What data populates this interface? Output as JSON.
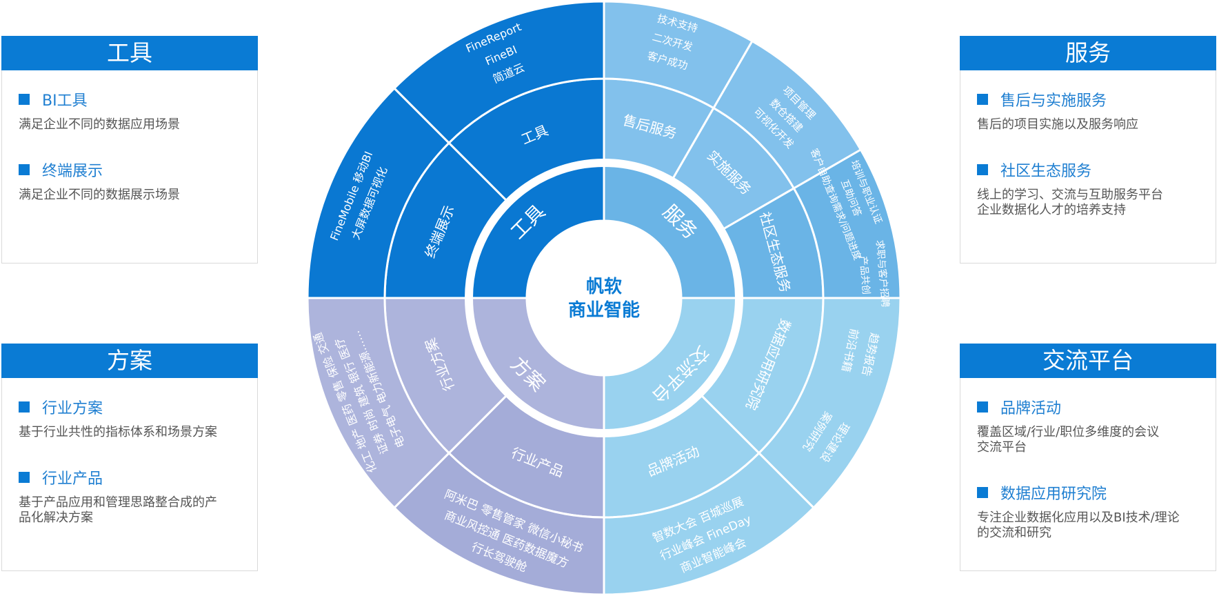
{
  "colors": {
    "blue_dark": "#0a78d2",
    "blue_mid": "#82c1ec",
    "blue_mid2": "#6ab4e6",
    "blue_light": "#99d2ef",
    "lavender": "#adb4dc",
    "lavender2": "#a4acd8",
    "header": "#0a7bd4"
  },
  "panels": {
    "tools": {
      "title": "工具",
      "items": [
        {
          "title": "BI工具",
          "desc": "满足企业不同的数据应用场景"
        },
        {
          "title": "终端展示",
          "desc": "满足企业不同的数据展示场景"
        }
      ]
    },
    "services": {
      "title": "服务",
      "items": [
        {
          "title": "售后与实施服务",
          "desc": "售后的项目实施以及服务响应"
        },
        {
          "title": "社区生态服务",
          "desc": "线上的学习、交流与互助服务平台\n企业数据化人才的培养支持"
        }
      ]
    },
    "solutions": {
      "title": "方案",
      "items": [
        {
          "title": "行业方案",
          "desc": "基于行业共性的指标体系和场景方案"
        },
        {
          "title": "行业产品",
          "desc": "基于产品应用和管理思路整合成的产\n品化解决方案"
        }
      ]
    },
    "platform": {
      "title": "交流平台",
      "items": [
        {
          "title": "品牌活动",
          "desc": "覆盖区域/行业/职位多维度的会议\n交流平台"
        },
        {
          "title": "数据应用研究院",
          "desc": "专注企业数据化应用以及BI技术/理论\n的交流和研究"
        }
      ]
    }
  },
  "wheel": {
    "center": [
      "帆软",
      "商业智能"
    ],
    "quadrants": {
      "tools": "工具",
      "services": "服务",
      "solutions": "方案",
      "platform": "交流平台"
    },
    "middle": {
      "tools_bi": "工具",
      "tools_terminal": "终端展示",
      "svc_after": "售后服务",
      "svc_impl": "实施服务",
      "svc_community": "社区生态服务",
      "sol_industry": "行业方案",
      "sol_product": "行业产品",
      "plat_brand": "品牌活动",
      "plat_research": "数据应用研究院"
    },
    "outer": {
      "tools_bi": [
        "FineReport",
        "FineBI",
        "简道云"
      ],
      "tools_terminal": [
        "FineMobile  移动BI",
        "大屏数据可视化"
      ],
      "svc_after": [
        "技术支持",
        "二次开发",
        "客户成功"
      ],
      "svc_impl": [
        "项目管理",
        "数仓搭建",
        "可视化开发"
      ],
      "svc_community": [
        "培训与职业认证",
        "互助问答",
        "客户自助查询需求/问题进度",
        "求职与客户招聘",
        "产品共创"
      ],
      "sol_industry": [
        "化工  地产  医药  零售  保险  交通",
        "证券  时尚  建筑  银行  医疗",
        "电子电气  电力新能源……"
      ],
      "sol_product": [
        "阿米巴    零售管家    微信小秘书",
        "商业风控通    医药数据魔方",
        "行长驾驶舱"
      ],
      "plat_brand": [
        "智数大会    百城巡展",
        "行业峰会    FineDay",
        "商业智能峰会"
      ],
      "plat_research": [
        "趋势报告",
        "前沿书籍",
        "理论建设",
        "案例研究"
      ]
    }
  }
}
